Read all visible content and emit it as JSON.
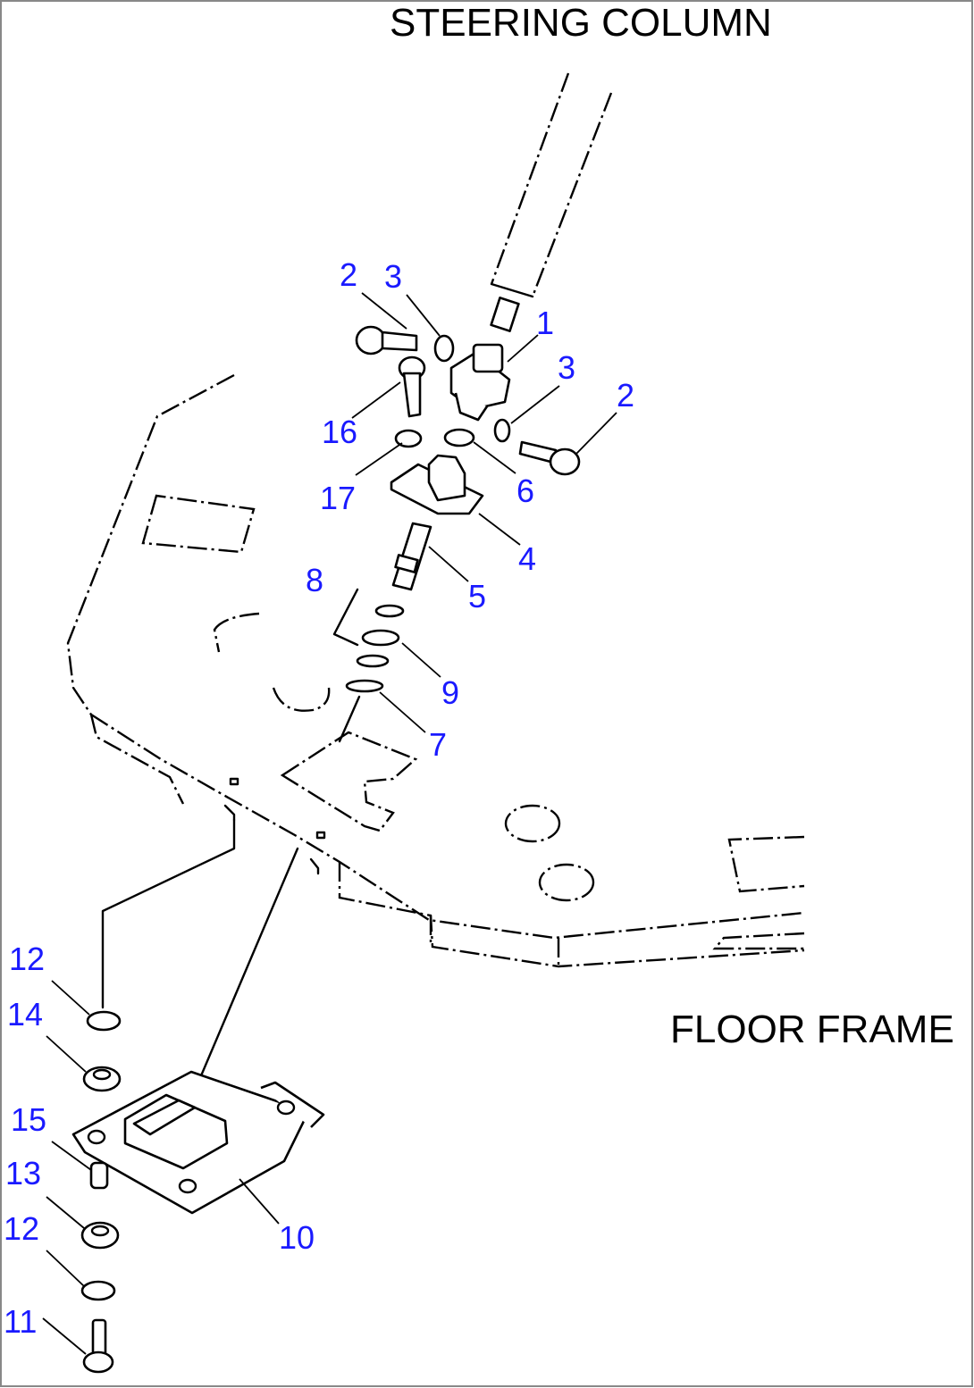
{
  "diagram": {
    "title_top": "STEERING COLUMN",
    "title_floor": "FLOOR FRAME",
    "callouts": [
      {
        "id": "c1",
        "text": "1"
      },
      {
        "id": "c2a",
        "text": "2"
      },
      {
        "id": "c2b",
        "text": "2"
      },
      {
        "id": "c3a",
        "text": "3"
      },
      {
        "id": "c3b",
        "text": "3"
      },
      {
        "id": "c4",
        "text": "4"
      },
      {
        "id": "c5",
        "text": "5"
      },
      {
        "id": "c6",
        "text": "6"
      },
      {
        "id": "c7",
        "text": "7"
      },
      {
        "id": "c8",
        "text": "8"
      },
      {
        "id": "c9",
        "text": "9"
      },
      {
        "id": "c10",
        "text": "10"
      },
      {
        "id": "c11",
        "text": "11"
      },
      {
        "id": "c12a",
        "text": "12"
      },
      {
        "id": "c12b",
        "text": "12"
      },
      {
        "id": "c13",
        "text": "13"
      },
      {
        "id": "c14",
        "text": "14"
      },
      {
        "id": "c15",
        "text": "15"
      },
      {
        "id": "c16",
        "text": "16"
      },
      {
        "id": "c17",
        "text": "17"
      }
    ],
    "colors": {
      "callout": "#1a1aff",
      "line": "#000000",
      "border": "#888888"
    }
  }
}
